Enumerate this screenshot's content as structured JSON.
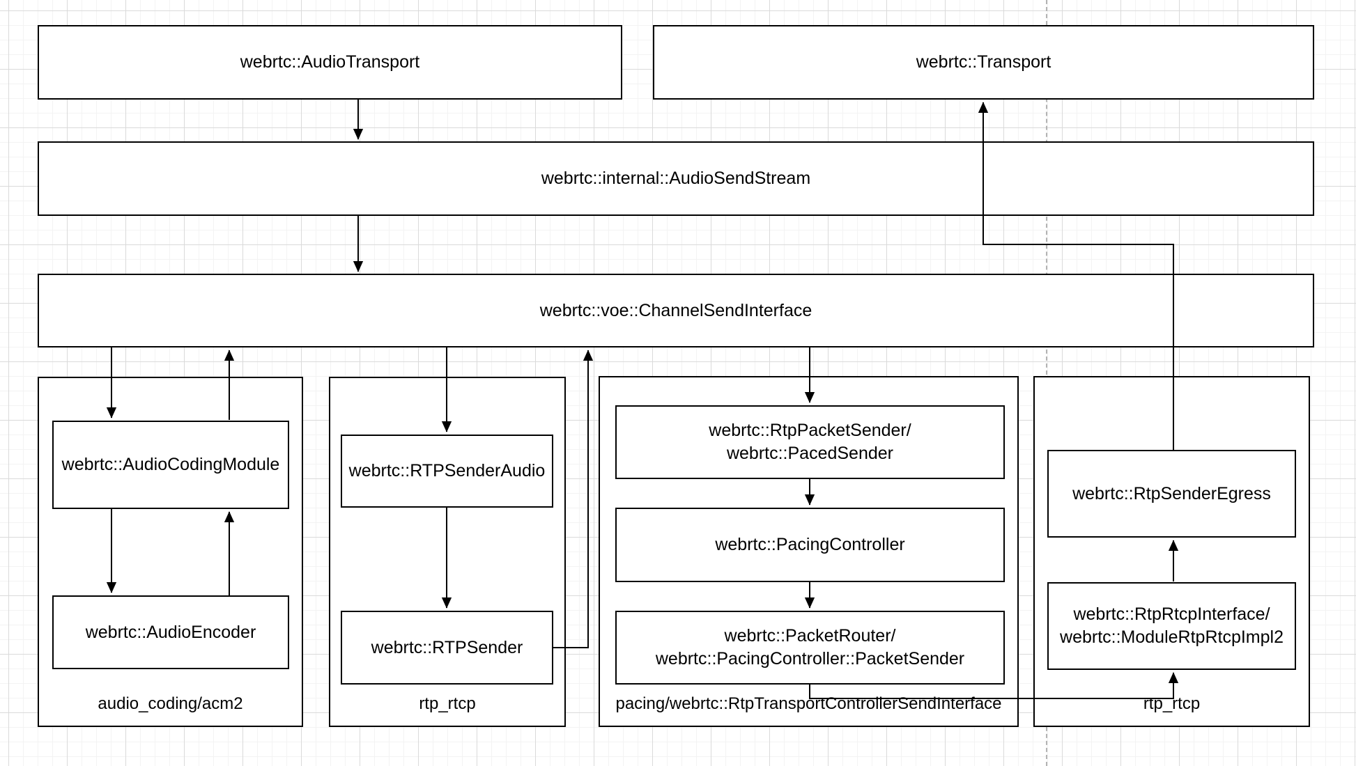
{
  "nodes": {
    "audio_transport": "webrtc::AudioTransport",
    "transport": "webrtc::Transport",
    "audio_send_stream": "webrtc::internal::AudioSendStream",
    "channel_send_interface": "webrtc::voe::ChannelSendInterface",
    "audio_coding_module": "webrtc::AudioCodingModule",
    "audio_encoder": "webrtc::AudioEncoder",
    "rtp_sender_audio": "webrtc::RTPSenderAudio",
    "rtp_sender": "webrtc::RTPSender",
    "rtp_packet_sender": "webrtc::RtpPacketSender/\nwebrtc::PacedSender",
    "pacing_controller": "webrtc::PacingController",
    "packet_router": "webrtc::PacketRouter/\nwebrtc::PacingController::PacketSender",
    "rtp_sender_egress": "webrtc::RtpSenderEgress",
    "rtp_rtcp_interface": "webrtc::RtpRtcpInterface/\nwebrtc::ModuleRtpRtcpImpl2"
  },
  "groups": {
    "acm2": "audio_coding/acm2",
    "rtp_rtcp_left": "rtp_rtcp",
    "pacing": "pacing/webrtc::RtpTransportControllerSendInterface",
    "rtp_rtcp_right": "rtp_rtcp"
  },
  "colors": {
    "stroke": "#000000",
    "background": "#ffffff",
    "grid_minor": "#f3f3f3",
    "grid_major": "#dadada",
    "page_divider": "#b3b3b3"
  }
}
